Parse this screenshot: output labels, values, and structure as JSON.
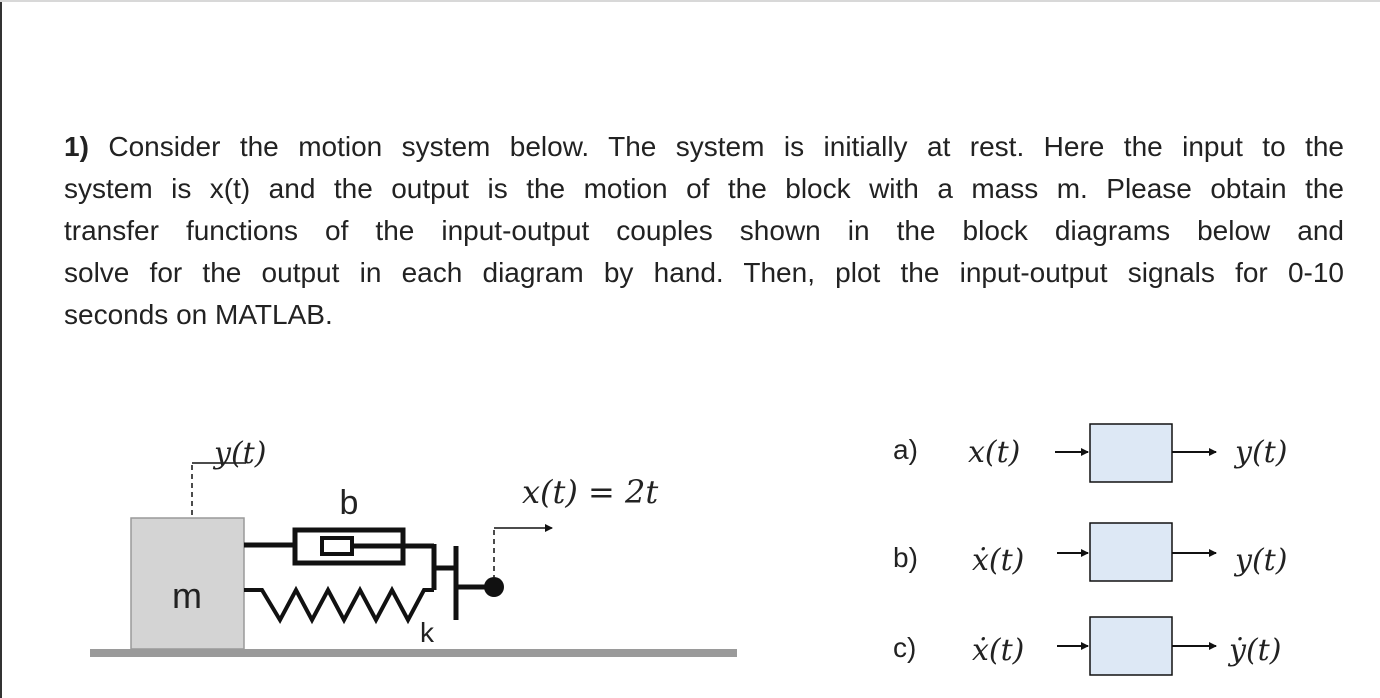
{
  "problem": {
    "number": "1)",
    "lines": [
      "Consider the motion system below. The system is initially at rest. Here the input to the",
      "system is x(t) and the output is the motion of the block with a mass m. Please obtain the",
      "transfer functions of the input-output couples shown in the block diagrams below and",
      "solve for the output in each diagram by hand. Then, plot the input-output signals for 0-10",
      "seconds on MATLAB."
    ]
  },
  "figure": {
    "output_label": "y(t)",
    "input_equation": "x(t) = 2t",
    "mass_label": "m",
    "damper_label": "b",
    "spring_label": "k"
  },
  "block_diagrams": [
    {
      "label": "a)",
      "input": "x(t)",
      "output": "y(t)"
    },
    {
      "label": "b)",
      "input": "ẋ(t)",
      "output": "y(t)"
    },
    {
      "label": "c)",
      "input": "ẋ(t)",
      "output": "ẏ(t)"
    }
  ],
  "colors": {
    "text": "#222222",
    "mass_fill": "#d4d4d4",
    "ground": "#9a9a9a",
    "block_fill": "#dde8f5",
    "line": "#111111"
  }
}
